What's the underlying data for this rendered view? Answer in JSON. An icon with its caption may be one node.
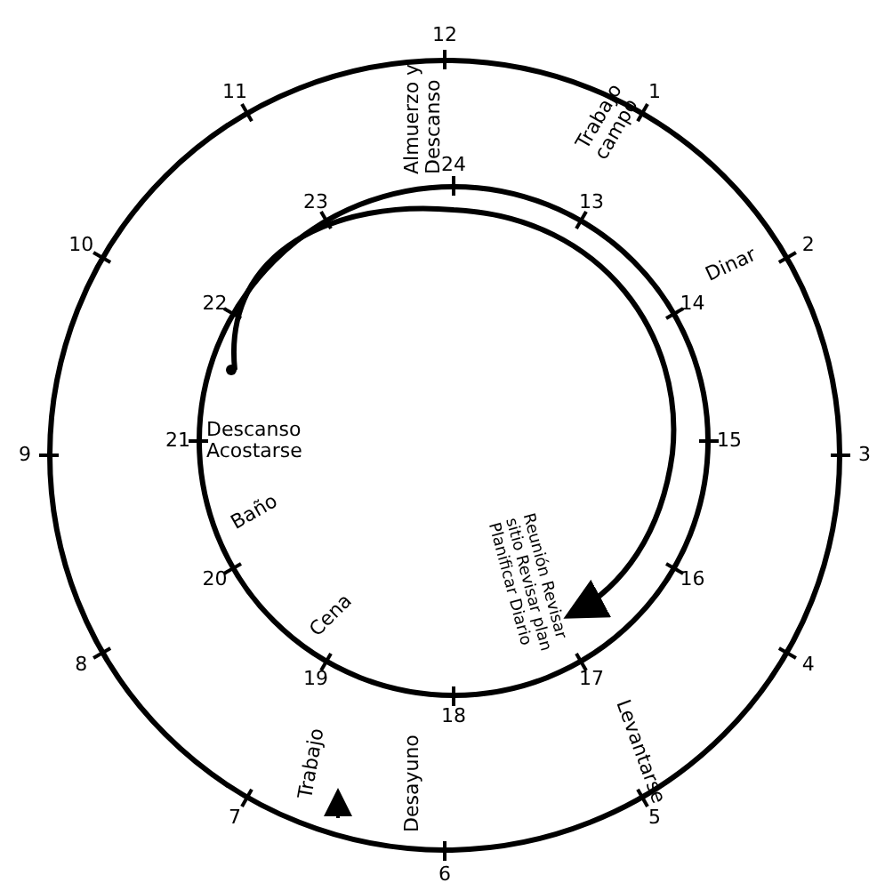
{
  "diagram": {
    "labels": [
      "12",
      "11",
      "1",
      "Almuerzo y Descanso",
      "Trabajo campo",
      "23",
      "24",
      "13",
      "10",
      "2",
      "Dinar",
      "22",
      "14",
      "9",
      "21",
      "Descanso Acostarse",
      "15",
      "3",
      "Baño",
      "20",
      "16",
      "Reunión Revisar sitio Revisar plan Planificar Diario",
      "8",
      "4",
      "Cena",
      "19",
      "18",
      "17",
      "Levantarse",
      "7",
      "Trabajo",
      "Desayuno",
      "5",
      "6"
    ]
  }
}
